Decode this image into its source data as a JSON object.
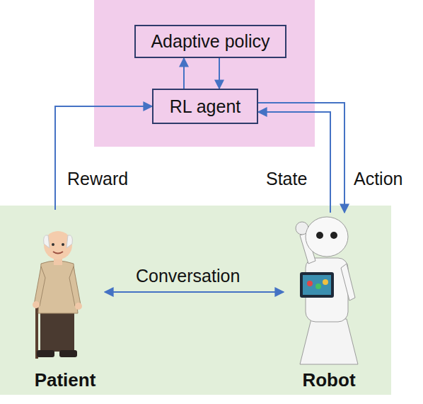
{
  "diagram": {
    "nodes": [
      {
        "text": [
          "Adaptive policy"
        ]
      },
      {
        "text": [
          "RL agent"
        ]
      },
      {
        "text": [
          "Patient"
        ]
      },
      {
        "text": [
          "Robot"
        ]
      }
    ],
    "edges": [
      {
        "from": 1,
        "to": 0,
        "arrow": "to"
      },
      {
        "from": 0,
        "to": 1,
        "arrow": "to"
      },
      {
        "from": 2,
        "to": 1,
        "label": "Reward",
        "arrow": "to"
      },
      {
        "from": 3,
        "to": 1,
        "label": "State",
        "arrow": "to"
      },
      {
        "from": 1,
        "to": 3,
        "label": "Action",
        "arrow": "to"
      },
      {
        "from": 2,
        "to": 3,
        "label": "Conversation",
        "arrow": "both"
      }
    ]
  }
}
